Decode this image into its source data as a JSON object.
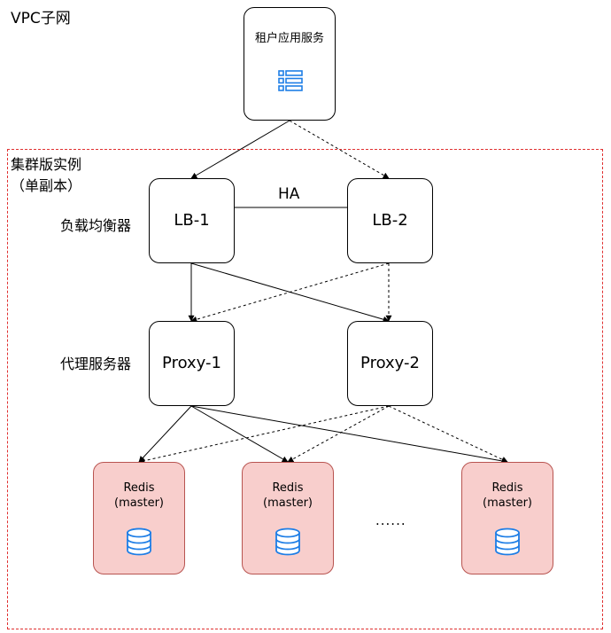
{
  "vpc_label": "VPC子网",
  "tenant": {
    "label": "租户应用服务",
    "icon": "list-icon"
  },
  "cluster": {
    "label_line1": "集群版实例",
    "label_line2": "（单副本）"
  },
  "lb_layer": {
    "label": "负载均衡器",
    "nodes": [
      "LB-1",
      "LB-2"
    ],
    "link_label": "HA"
  },
  "proxy_layer": {
    "label": "代理服务器",
    "nodes": [
      "Proxy-1",
      "Proxy-2"
    ]
  },
  "redis_nodes": [
    {
      "name": "Redis",
      "role": "(master)",
      "icon": "database-icon"
    },
    {
      "name": "Redis",
      "role": "(master)",
      "icon": "database-icon"
    },
    {
      "name": "Redis",
      "role": "(master)",
      "icon": "database-icon"
    }
  ],
  "ellipsis": "......",
  "colors": {
    "cluster_border": "#e03030",
    "redis_fill": "#f8cecc",
    "redis_border": "#b85450",
    "icon_blue": "#1e7ee6"
  }
}
